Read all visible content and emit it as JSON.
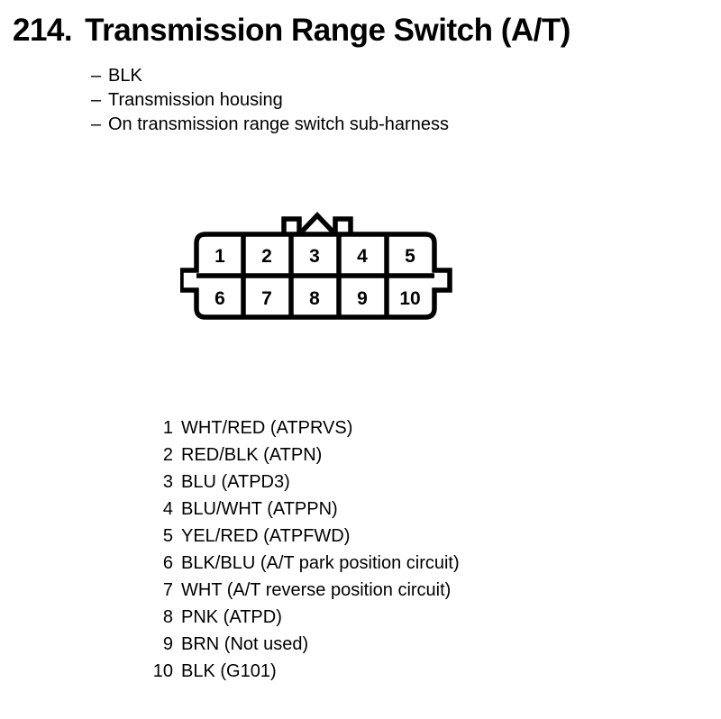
{
  "heading": {
    "number": "214.",
    "title": "Transmission Range Switch (A/T)"
  },
  "spec_list": {
    "dash": "–",
    "items": [
      "BLK",
      "Transmission housing",
      "On transmission range switch sub-harness"
    ]
  },
  "connector": {
    "name": "10-pin connector face view",
    "rows": [
      [
        "1",
        "2",
        "3",
        "4",
        "5"
      ],
      [
        "6",
        "7",
        "8",
        "9",
        "10"
      ]
    ],
    "stroke_color": "#000000",
    "fill_color": "#ffffff"
  },
  "pin_legend": [
    {
      "pin": "1",
      "text": "WHT/RED (ATPRVS)"
    },
    {
      "pin": "2",
      "text": "RED/BLK (ATPN)"
    },
    {
      "pin": "3",
      "text": "BLU (ATPD3)"
    },
    {
      "pin": "4",
      "text": "BLU/WHT (ATPPN)"
    },
    {
      "pin": "5",
      "text": "YEL/RED (ATPFWD)"
    },
    {
      "pin": "6",
      "text": "BLK/BLU (A/T park position circuit)"
    },
    {
      "pin": "7",
      "text": "WHT (A/T reverse position circuit)"
    },
    {
      "pin": "8",
      "text": "PNK (ATPD)"
    },
    {
      "pin": "9",
      "text": "BRN (Not used)"
    },
    {
      "pin": "10",
      "text": "BLK (G101)"
    }
  ]
}
